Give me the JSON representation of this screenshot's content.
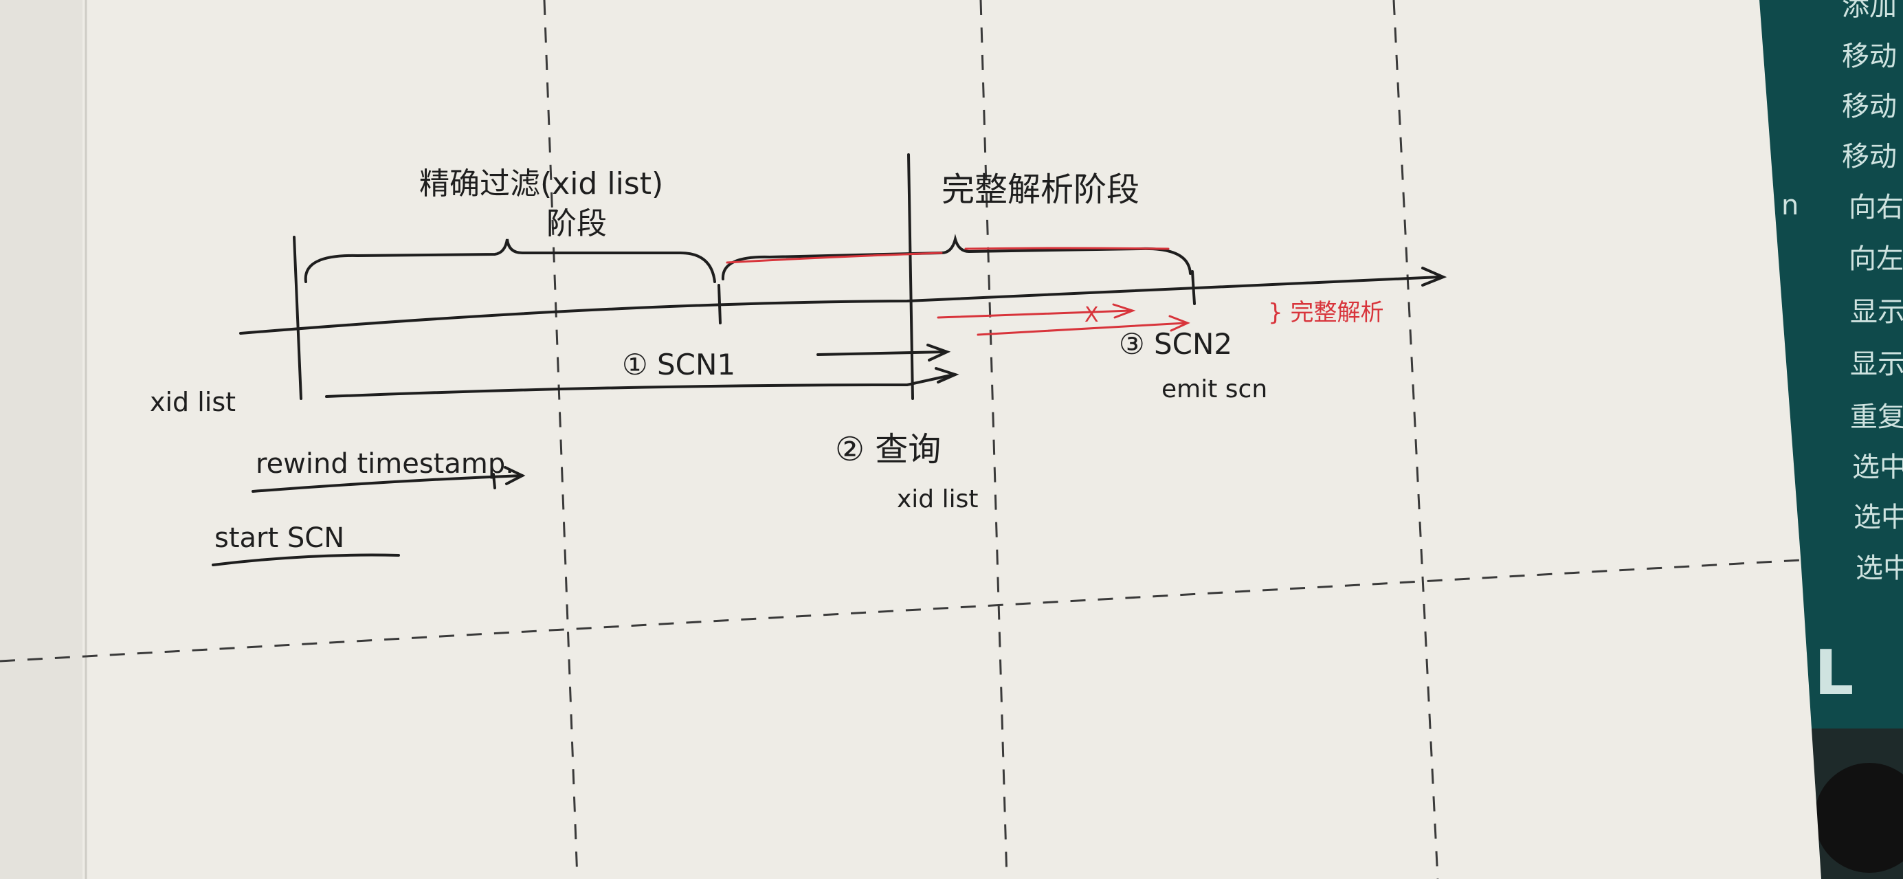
{
  "photo": {
    "subject": "handwritten notebook page",
    "colors": {
      "paper": "#eeece6",
      "ink": "#1e1e1e",
      "red_ink": "#d8343b",
      "screen": "#0f4a4b"
    }
  },
  "notes": {
    "top_left_label_line1": "精确过滤(xid list)",
    "top_left_label_line2": "阶段",
    "top_right_label": "完整解析阶段",
    "scn1": "① SCN1",
    "scn2": "③ SCN2",
    "emit_scn": "emit scn",
    "xid_list": "xid list",
    "rewind_timestamp": "rewind timestamp.",
    "start_scn": "start SCN",
    "query": "② 查询",
    "query_sub": "xid list",
    "arrow_mark": "X",
    "red_annotation": "} 完整解析"
  },
  "background_screen": {
    "menu_items": [
      "添加",
      "移动",
      "移动",
      "移动",
      "向右",
      "向左",
      "显示",
      "显示",
      "重复",
      "选中",
      "选中",
      "选中"
    ],
    "stray_letter_n": "n",
    "stray_letter_L": "L"
  }
}
